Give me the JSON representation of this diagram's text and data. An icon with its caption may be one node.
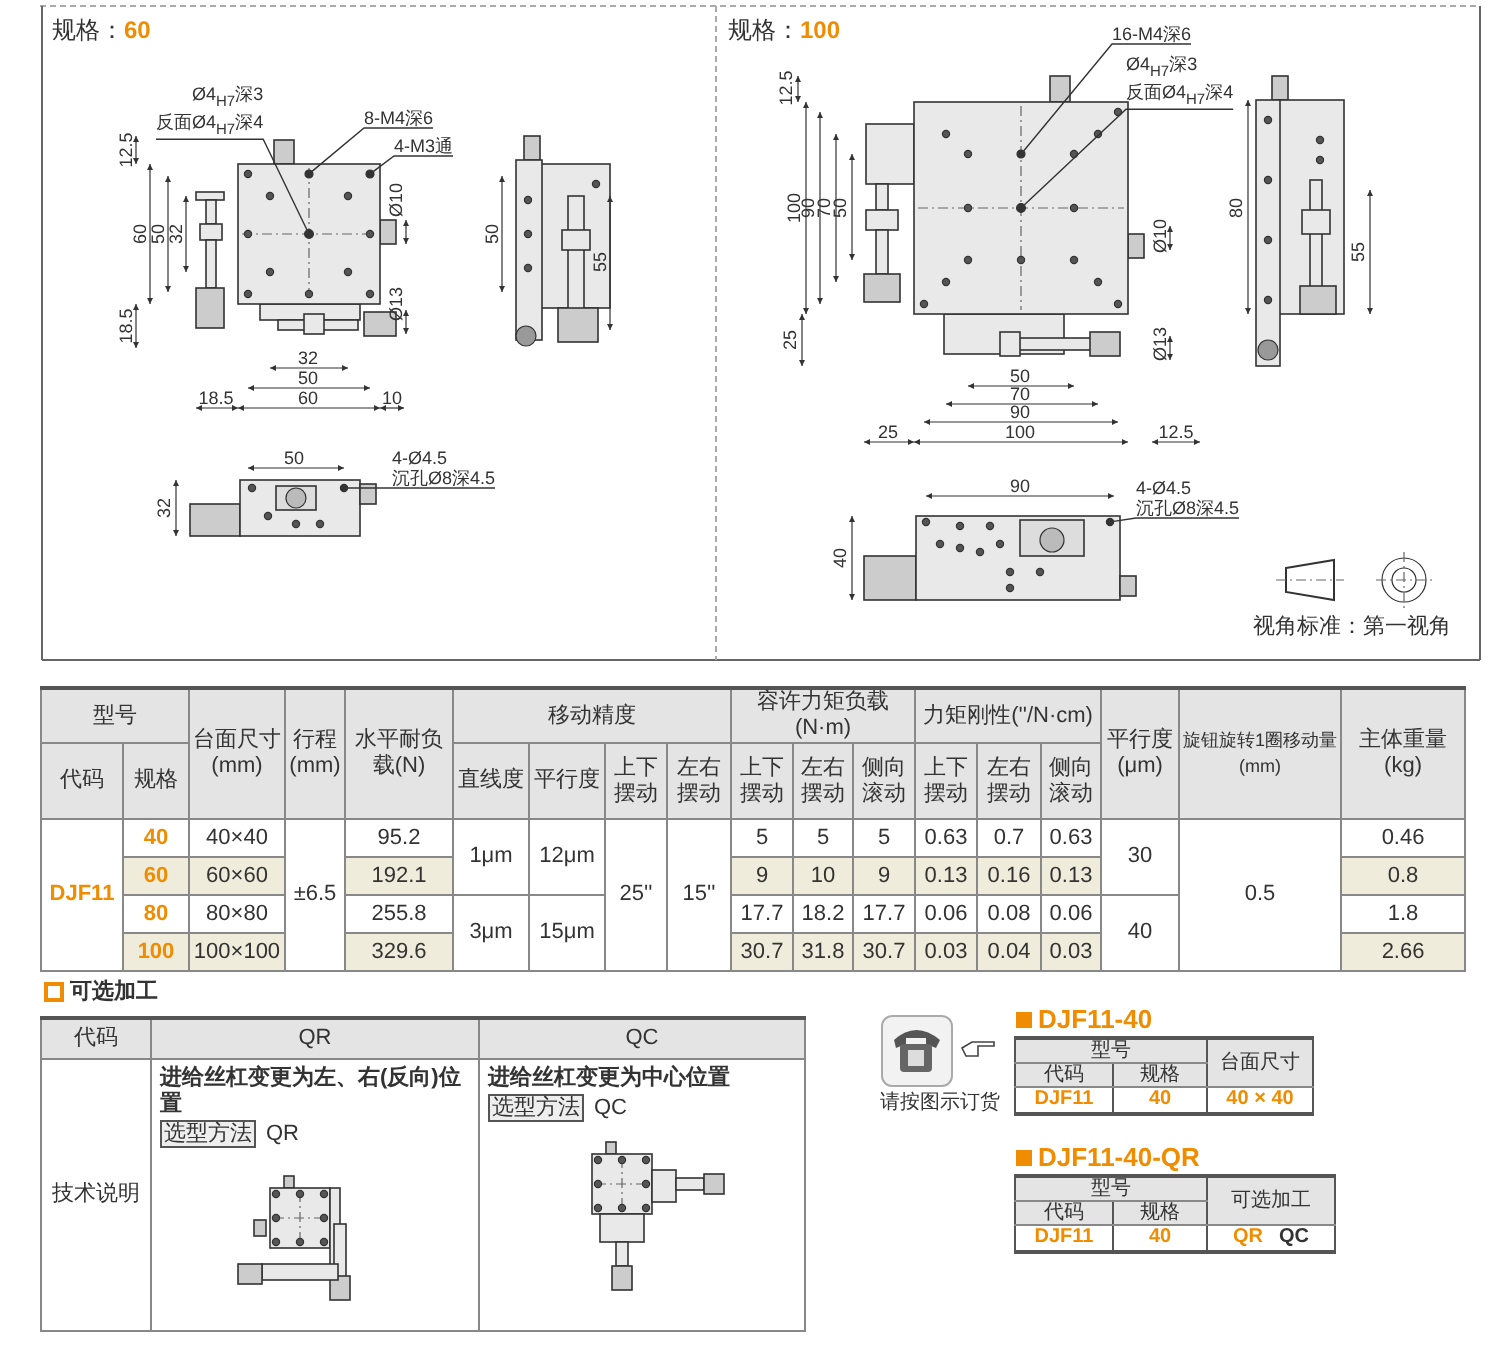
{
  "diagram": {
    "nodes": [
      {
        "text": [
          "Ø4$_{H7}$深3",
          "反面Ø4$_{H7}$深4"
        ]
      },
      {
        "text": [],
        "shape": "circle"
      },
      {
        "text": [
          "8-M4深6"
        ]
      },
      {
        "text": [],
        "shape": "circle"
      },
      {
        "text": [
          "4-M3通"
        ]
      },
      {
        "text": [],
        "shape": "circle"
      },
      {
        "text": [
          "4-Ø4.5",
          "沉孔Ø8深4.5"
        ]
      },
      {
        "text": [],
        "shape": "circle"
      },
      {
        "text": [
          "16-M4深6"
        ]
      },
      {
        "text": [],
        "shape": "circle"
      },
      {
        "text": [
          "Ø4$_{H7}$深3",
          "反面Ø4$_{H7}$深4"
        ]
      },
      {
        "text": [],
        "shape": "circle"
      },
      {
        "text": [
          "4-Ø4.5",
          "沉孔Ø8深4.5"
        ]
      },
      {
        "text": [],
        "shape": "circle"
      }
    ],
    "edges": [
      {
        "from": 0,
        "to": 1,
        "arrow": "none"
      },
      {
        "from": 2,
        "to": 3,
        "arrow": "none"
      },
      {
        "from": 4,
        "to": 5,
        "arrow": "none"
      },
      {
        "from": 6,
        "to": 7,
        "arrow": "none"
      },
      {
        "from": 8,
        "to": 9,
        "arrow": "none"
      },
      {
        "from": 10,
        "to": 11,
        "arrow": "none"
      },
      {
        "from": 12,
        "to": 13,
        "arrow": "none"
      }
    ],
    "labels": [
      "规格：",
      "60",
      "12.5",
      "60",
      "50",
      "32",
      "18.5",
      "Ø10",
      "Ø13",
      "50",
      "55",
      "32",
      "50",
      "18.5",
      "60",
      "10",
      "50",
      "32",
      "规格：",
      "100",
      "12.5",
      "100",
      "90",
      "70",
      "50",
      "25",
      "Ø10",
      "Ø13",
      "80",
      "55",
      "50",
      "70",
      "90",
      "25",
      "100",
      "12.5",
      "90",
      "40",
      "视角标准：第一视角",
      "型号",
      "台面尺寸(mm)",
      "行程(mm)",
      "水平耐负载(N)",
      "移动精度",
      "容许力矩负载(N·m)",
      "力矩刚性(''/N·cm)",
      "平行度(μm)",
      "旋钮旋转1圈移动量(mm)",
      "主体重量(kg)",
      "代码",
      "规格",
      "直线度",
      "平行度",
      "上下摆动",
      "左右摆动",
      "上下摆动",
      "左右摆动",
      "侧向滚动",
      "上下摆动",
      "左右摆动",
      "侧向滚动",
      "DJF11",
      "40",
      "40×40",
      "±6.5",
      "95.2",
      "1μm",
      "12μm",
      "25''",
      "15''",
      "5",
      "5",
      "5",
      "0.63",
      "0.7",
      "0.63",
      "30",
      "0.5",
      "0.46",
      "60",
      "60×60",
      "192.1",
      "9",
      "10",
      "9",
      "0.13",
      "0.16",
      "0.13",
      "0.8",
      "80",
      "80×80",
      "255.8",
      "3μm",
      "15μm",
      "17.7",
      "18.2",
      "17.7",
      "0.06",
      "0.08",
      "0.06",
      "40",
      "1.8",
      "100",
      "100×100",
      "329.6",
      "30.7",
      "31.8",
      "30.7",
      "0.03",
      "0.04",
      "0.03",
      "2.66",
      "可选加工",
      "代码",
      "QR",
      "QC",
      "技术说明",
      "进给丝杠变更为左、右(反向)位置",
      "选型方法",
      "QR",
      "进给丝杠变更为中心位置",
      "选型方法",
      "QC",
      "请按图示订货",
      "DJF11-40",
      "型号",
      "台面尺寸",
      "代码",
      "规格",
      "DJF11",
      "40",
      "40 × 40",
      "DJF11-40-QR",
      "型号",
      "可选加工",
      "代码",
      "规格",
      "DJF11",
      "40",
      "QR",
      "QC"
    ]
  }
}
